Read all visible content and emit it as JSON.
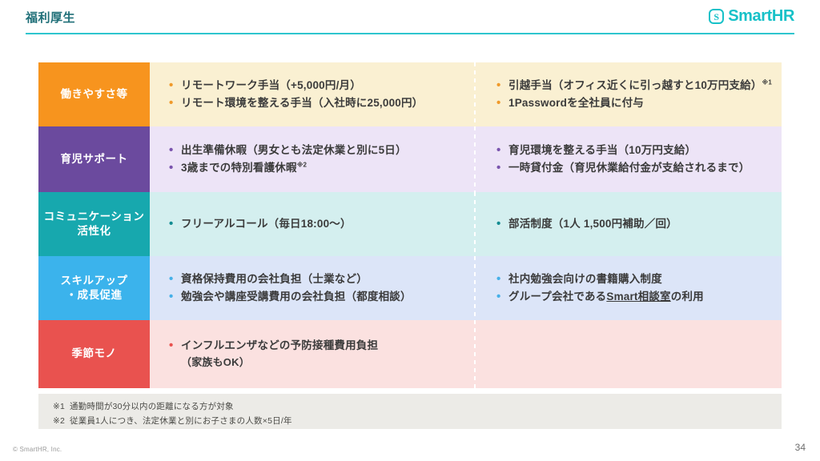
{
  "header": {
    "title": "福利厚生",
    "brand_mark": "S",
    "brand_name": "SmartHR",
    "accent_color": "#17c1c8",
    "title_color": "#1f6f78"
  },
  "table": {
    "rows": [
      {
        "label": "働きやすさ等",
        "label_color": "#F7941E",
        "body_color": "#FAF0D2",
        "bullet_color": "#F09A2A",
        "left": [
          {
            "text": "リモートワーク手当（+5,000円/月）"
          },
          {
            "text": "リモート環境を整える手当（入社時に25,000円）"
          }
        ],
        "right": [
          {
            "text": "引越手当（オフィス近くに引っ越すと10万円支給）",
            "sup": "※1"
          },
          {
            "text": "1Passwordを全社員に付与"
          }
        ]
      },
      {
        "label": "育児サポート",
        "label_color": "#6B4A9E",
        "body_color": "#EDE4F7",
        "bullet_color": "#7A54AE",
        "left": [
          {
            "text": "出生準備休暇（男女とも法定休業と別に5日）"
          },
          {
            "text": "3歳までの特別看護休暇",
            "sup": "※2"
          }
        ],
        "right": [
          {
            "text": "育児環境を整える手当（10万円支給）"
          },
          {
            "text": "一時貸付金（育児休業給付金が支給されるまで）"
          }
        ]
      },
      {
        "label": "コミュニケーション\n活性化",
        "label_line1": "コミュニケーション",
        "label_line2": "活性化",
        "label_color": "#17A8AE",
        "body_color": "#D4EFEF",
        "bullet_color": "#128C92",
        "left": [
          {
            "text": "フリーアルコール（毎日18:00〜）"
          }
        ],
        "right": [
          {
            "text": "部活制度（1人 1,500円補助／回）"
          }
        ]
      },
      {
        "label": "スキルアップ\n・成長促進",
        "label_line1": "スキルアップ",
        "label_line2": "・成長促進",
        "label_color": "#3BB3EC",
        "body_color": "#DCE5F8",
        "bullet_color": "#46B0E8",
        "left": [
          {
            "text": "資格保持費用の会社負担（士業など）"
          },
          {
            "text": "勉強会や講座受講費用の会社負担（都度相談）"
          }
        ],
        "right": [
          {
            "text": "社内勉強会向けの書籍購入制度"
          },
          {
            "text": "グループ会社であるSmart相談室の利用",
            "link_text": "Smart相談室",
            "prefix": "グループ会社である",
            "suffix": "の利用"
          }
        ]
      },
      {
        "label": "季節モノ",
        "label_color": "#E9524F",
        "body_color": "#FBE1E0",
        "bullet_color": "#E9524F",
        "left": [
          {
            "text": "インフルエンザなどの予防接種費用負担",
            "sub": "（家族もOK）"
          }
        ],
        "right": []
      }
    ]
  },
  "footnotes": [
    {
      "mark": "※1",
      "text": "通勤時間が30分以内の距離になる方が対象"
    },
    {
      "mark": "※2",
      "text": "従業員1人につき、法定休業と別にお子さまの人数×5日/年"
    }
  ],
  "footer": {
    "copyright": "© SmartHR, Inc.",
    "page_number": "34"
  }
}
